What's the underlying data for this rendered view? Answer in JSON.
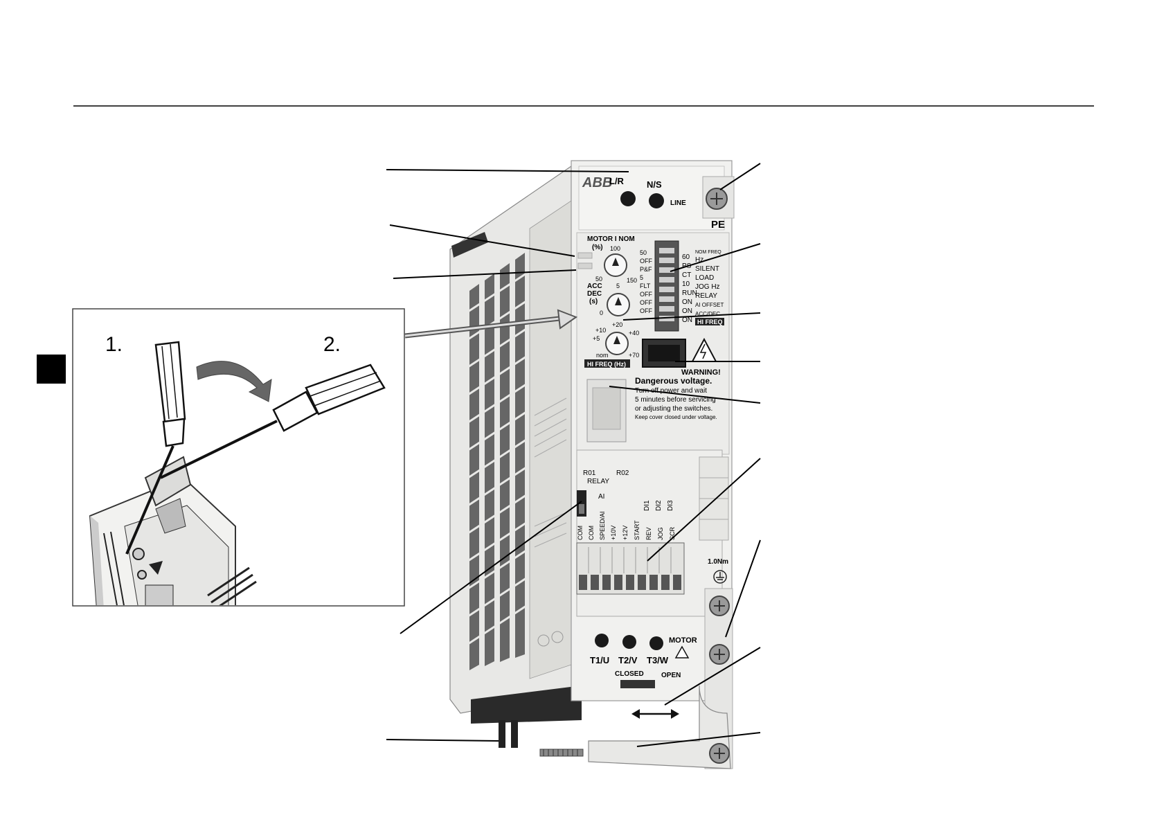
{
  "steps": {
    "step1": "1.",
    "step2": "2."
  },
  "device": {
    "brand": "ABB",
    "led_lr": "L/R",
    "led_ns": "N/S",
    "line": "LINE",
    "pe": "PE",
    "motor_inom": "MOTOR I NOM",
    "motor_inom_unit": "(%)",
    "inom_100": "100",
    "inom_50": "50",
    "inom_150": "150",
    "acc_dec_1": "ACC",
    "acc_dec_2": "DEC",
    "acc_dec_unit": "(s)",
    "acc_5": "5",
    "acc_0": "0",
    "hf_p20": "+20",
    "hf_p10": "+10",
    "hf_p5": "+5",
    "hf_p40": "+40",
    "hf_nom": "nom",
    "hf_p70": "+70",
    "hi_freq_label": "HI FREQ (Hz)",
    "dip_left": [
      "50",
      "OFF",
      "P&F",
      "5",
      "FLT",
      "OFF",
      "OFF",
      "OFF"
    ],
    "dip_right_a": [
      "60",
      "PS",
      "CT",
      "10",
      "RUN",
      "ON",
      "ON",
      "ON"
    ],
    "dip_right_b": [
      "NOM FREQ",
      "Hz",
      "SILENT",
      "LOAD",
      "JOG Hz",
      "RELAY",
      "AI OFFSET",
      "ACC/DEC"
    ],
    "dip_hi_freq": "HI FREQ",
    "warning": "WARNING!",
    "danger_title": "Dangerous voltage.",
    "danger_lines": [
      "Turn off power and wait",
      "5 minutes before servicing",
      "or adjusting the switches.",
      "Keep cover closed under voltage."
    ],
    "relay_ro1": "R01",
    "relay_ro2": "R02",
    "relay": "RELAY",
    "ai": "AI",
    "di1": "DI1",
    "di2": "DI2",
    "di3": "DI3",
    "terminals": [
      "COM",
      "COM",
      "SPEED/AI",
      "+10V",
      "+12V",
      "START",
      "REV",
      "JOG",
      "SCR"
    ],
    "torque": "1.0Nm",
    "motor": "MOTOR",
    "t1": "T1/U",
    "t2": "T2/V",
    "t3": "T3/W",
    "closed": "CLOSED",
    "open": "OPEN"
  }
}
